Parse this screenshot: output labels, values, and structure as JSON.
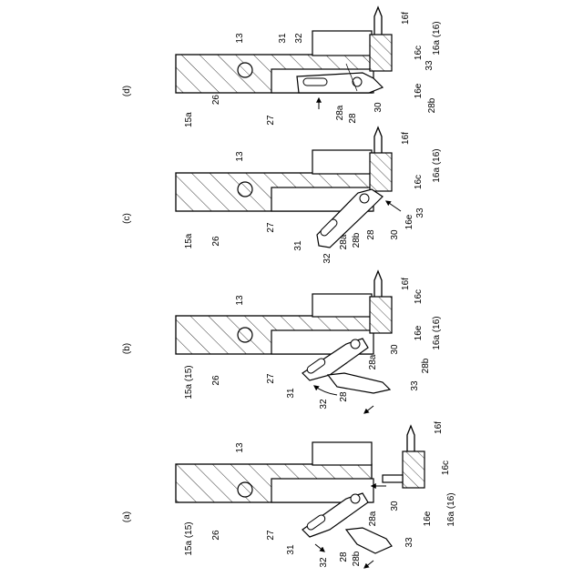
{
  "figure": {
    "panels": [
      {
        "id": "a",
        "caption": "(a)",
        "labels": {
          "ref_15a": "15a (15)",
          "ref_26": "26",
          "ref_27": "27",
          "ref_13": "13",
          "ref_31": "31",
          "ref_32": "32",
          "ref_28": "28",
          "ref_28b": "28b",
          "ref_28a": "28a",
          "ref_30": "30",
          "ref_33": "33",
          "ref_16e": "16e",
          "ref_16a": "16a (16)",
          "ref_16c": "16c",
          "ref_16f": "16f"
        }
      },
      {
        "id": "b",
        "caption": "(b)",
        "labels": {
          "ref_15a": "15a (15)",
          "ref_26": "26",
          "ref_27": "27",
          "ref_13": "13",
          "ref_31": "31",
          "ref_32": "32",
          "ref_28": "28",
          "ref_28a": "28a",
          "ref_28b": "28b",
          "ref_30": "30",
          "ref_33": "33",
          "ref_16e": "16e",
          "ref_16a": "16a (16)",
          "ref_16c": "16c",
          "ref_16f": "16f"
        }
      },
      {
        "id": "c",
        "caption": "(c)",
        "labels": {
          "ref_15a": "15a",
          "ref_26": "26",
          "ref_27": "27",
          "ref_13": "13",
          "ref_31": "31",
          "ref_32": "32",
          "ref_28a": "28a",
          "ref_28b": "28b",
          "ref_28": "28",
          "ref_30": "30",
          "ref_33": "33",
          "ref_16e": "16e",
          "ref_16a": "16a (16)",
          "ref_16c": "16c",
          "ref_16f": "16f"
        }
      },
      {
        "id": "d",
        "caption": "(d)",
        "labels": {
          "ref_15a": "15a",
          "ref_26": "26",
          "ref_27": "27",
          "ref_13": "13",
          "ref_31": "31",
          "ref_32": "32",
          "ref_28a": "28a",
          "ref_28": "28",
          "ref_30": "30",
          "ref_28b": "28b",
          "ref_16e": "16e",
          "ref_33": "33",
          "ref_16c": "16c",
          "ref_16a": "16a (16)",
          "ref_16f": "16f"
        }
      }
    ]
  }
}
